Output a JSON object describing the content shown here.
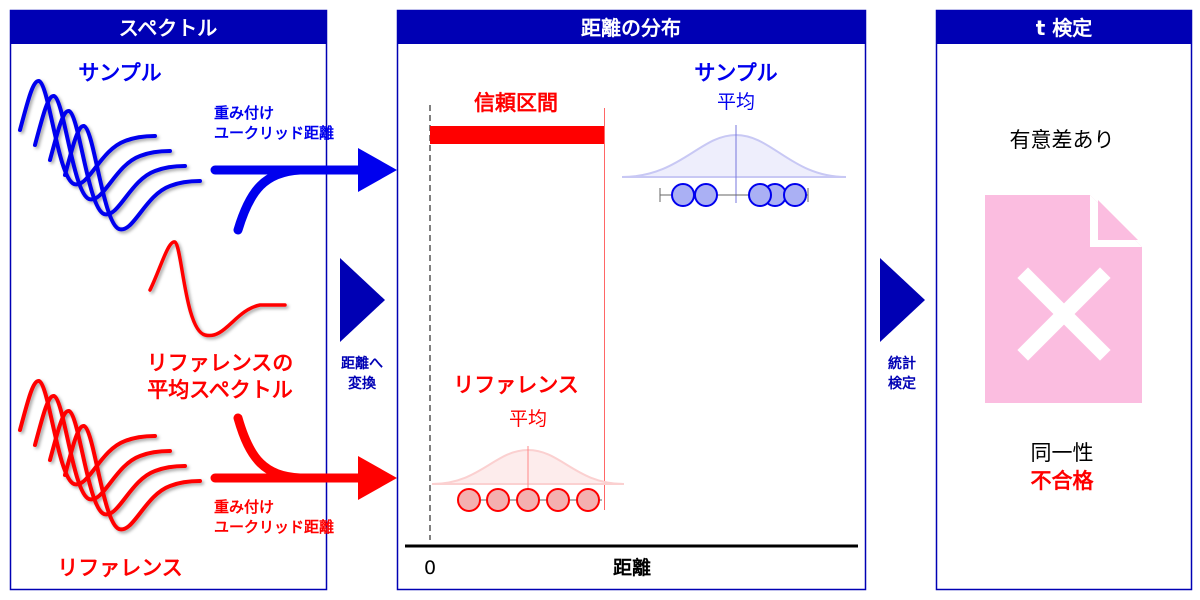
{
  "colors": {
    "header": "#0000b4",
    "sample": "#0000ee",
    "reference": "#ff0000",
    "doc": "#fbbde0"
  },
  "panels": {
    "spectrum": {
      "title": "スペクトル",
      "sample_label": "サンプル",
      "reference_mean_label_1": "リファレンスの",
      "reference_mean_label_2": "平均スペクトル",
      "reference_label": "リファレンス",
      "sample_arrow_label_1": "重み付け",
      "sample_arrow_label_2": "ユークリッド距離",
      "reference_arrow_label_1": "重み付け",
      "reference_arrow_label_2": "ユークリッド距離"
    },
    "step1": {
      "label_1": "距離へ",
      "label_2": "変換"
    },
    "distribution": {
      "title": "距離の分布",
      "confidence_interval": "信頼区間",
      "sample_label": "サンプル",
      "sample_mean": "平均",
      "reference_label": "リファレンス",
      "reference_mean": "平均",
      "axis_zero": "0",
      "axis_label": "距離"
    },
    "step2": {
      "label_1": "統計",
      "label_2": "検定"
    },
    "ttest": {
      "title": "t 検定",
      "result": "有意差あり",
      "identity_label": "同一性",
      "verdict": "不合格",
      "icon": "rejected-document-icon"
    }
  }
}
